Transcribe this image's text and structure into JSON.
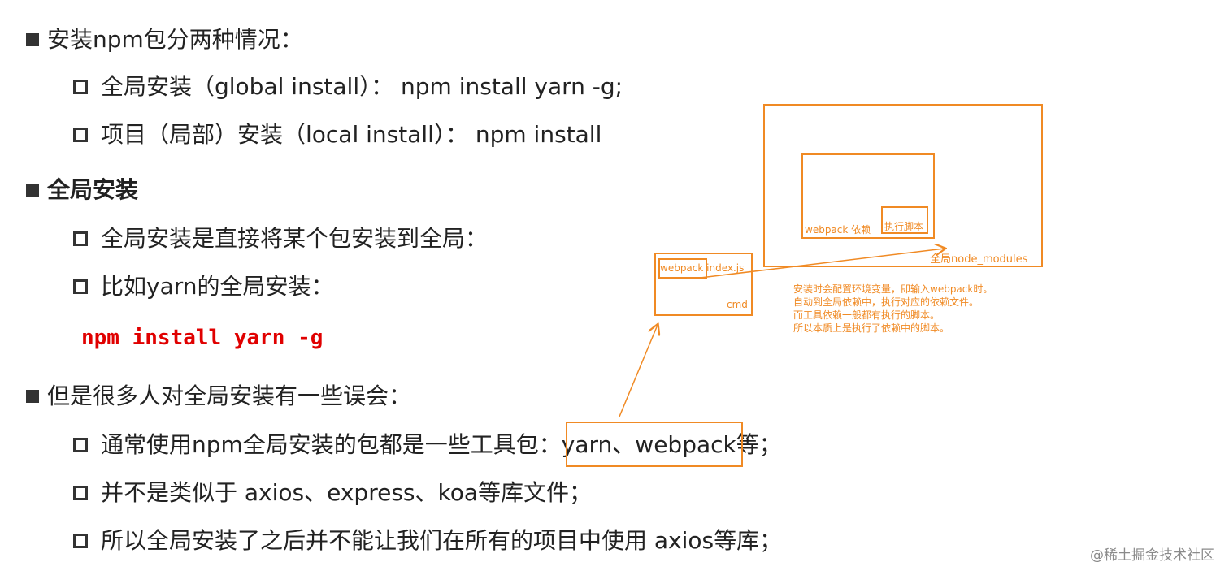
{
  "sections": [
    {
      "title": "安装npm包分两种情况：",
      "items": [
        "全局安装（global install）： npm install yarn -g;",
        "项目（局部）安装（local install）： npm install"
      ]
    },
    {
      "title": "全局安装",
      "items": [
        "全局安装是直接将某个包安装到全局：",
        "比如yarn的全局安装："
      ],
      "code": "npm install yarn -g"
    },
    {
      "title": "但是很多人对全局安装有一些误会：",
      "items": [
        "通常使用npm全局安装的包都是一些工具包：yarn、webpack等；",
        "并不是类似于 axios、express、koa等库文件；",
        "所以全局安装了之后并不能让我们在所有的项目中使用 axios等库；"
      ]
    }
  ],
  "diagram": {
    "global_modules_label": "全局node_modules",
    "webpack_dep_label": "webpack 依赖",
    "exec_script_label": "执行脚本",
    "cmd_file_label": "webpack index.js",
    "cmd_label": "cmd",
    "note_lines": [
      "安装时会配置环境变量，即输入webpack时。",
      "自动到全局依赖中，执行对应的依赖文件。",
      "而工具依赖一般都有执行的脚本。",
      "所以本质上是执行了依赖中的脚本。"
    ],
    "accent_color": "#f08a24"
  },
  "watermark": "@稀土掘金技术社区"
}
